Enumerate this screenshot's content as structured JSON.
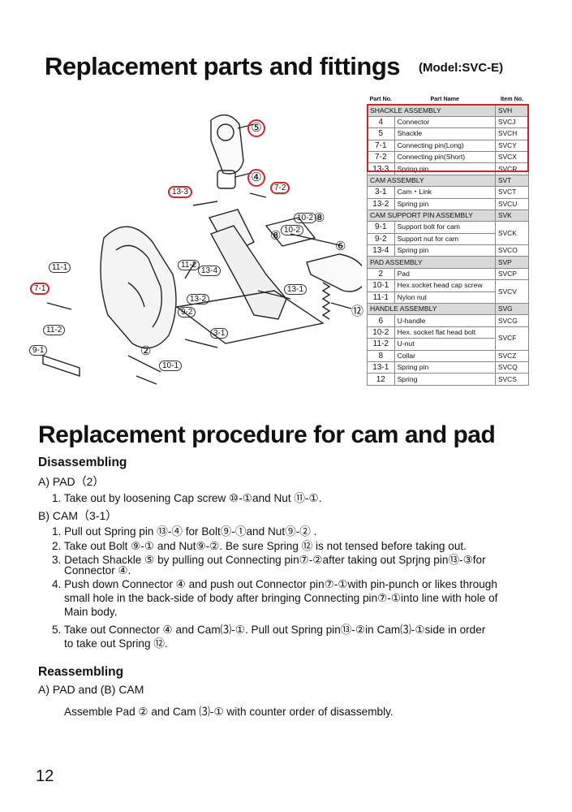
{
  "header": {
    "title": "Replacement parts and fittings",
    "model": "(Model:SVC-E)"
  },
  "diagram": {
    "callouts": [
      "⑤",
      "④",
      "13-3",
      "7-2",
      "10-2",
      "⑧",
      "⑧",
      "10-2",
      "⑥",
      "⑫",
      "11-1",
      "7-1",
      "11-2",
      "13-4",
      "13-2",
      "9-2",
      "13-1",
      "11-2",
      "3-1",
      "9-1",
      "②",
      "10-1"
    ]
  },
  "parts_table": {
    "headers": [
      "Part No.",
      "Part Name",
      "Item No."
    ],
    "rows": [
      {
        "group": "SHACKLE ASSEMBLY",
        "item": "SVH"
      },
      {
        "pn": "4",
        "name": "Connector",
        "item": "SVCJ"
      },
      {
        "pn": "5",
        "name": "Shackle",
        "item": "SVCH"
      },
      {
        "pn": "7-1",
        "name": "Connecting pin(Long)",
        "item": "SVCY"
      },
      {
        "pn": "7-2",
        "name": "Connecting pin(Short)",
        "item": "SVCX"
      },
      {
        "pn": "13-3",
        "name": "Spring pin",
        "item": "SVCR"
      },
      {
        "group": "CAM ASSEMBLY",
        "item": "SVT"
      },
      {
        "pn": "3-1",
        "name": "Cam・Link",
        "item": "SVCT"
      },
      {
        "pn": "13-2",
        "name": "Spring pin",
        "item": "SVCU"
      },
      {
        "group": "CAM SUPPORT PIN ASSEMBLY",
        "item": "SVK"
      },
      {
        "pn": "9-1",
        "name": "Support bolt for cam",
        "item": "SVCK"
      },
      {
        "pn": "9-2",
        "name": "Support nut for cam",
        "item": ""
      },
      {
        "pn": "13-4",
        "name": "Spring pin",
        "item": "SVCO"
      },
      {
        "group": "PAD ASSEMBLY",
        "item": "SVP"
      },
      {
        "pn": "2",
        "name": "Pad",
        "item": "SVCP"
      },
      {
        "pn": "10-1",
        "name": "Hex.socket head cap screw",
        "item": "SVCV"
      },
      {
        "pn": "11-1",
        "name": "Nylon nut",
        "item": ""
      },
      {
        "group": "HANDLE ASSEMBLY",
        "item": "SVG"
      },
      {
        "pn": "6",
        "name": "U-handle",
        "item": "SVCG"
      },
      {
        "pn": "10-2",
        "name": "Hex. socket flat head bolt",
        "item": "SVCF"
      },
      {
        "pn": "11-2",
        "name": "U-nut",
        "item": ""
      },
      {
        "pn": "8",
        "name": "Collar",
        "item": "SVCZ"
      },
      {
        "pn": "13-1",
        "name": "Spring pin",
        "item": "SVCQ"
      },
      {
        "pn": "12",
        "name": "Spring",
        "item": "SVCS"
      }
    ]
  },
  "procedure": {
    "title": "Replacement procedure for cam and pad",
    "disassembling": "Disassembling",
    "a_label": "A)  PAD（2）",
    "a1": "1. Take out by loosening Cap screw ⑩-①and Nut ⑪-①.",
    "b_label": "B)  CAM（3-1）",
    "b1": "1. Pull out Spring pin ⑬-④ for Bolt⑨-①and Nut⑨-② .",
    "b2": "2. Take out Bolt ⑨-① and Nut⑨-②. Be sure Spring ⑫ is not tensed before taking out.",
    "b3a": "3. Detach Shackle ⑤ by pulling out Connecting pin⑦-②after taking out Sprjng pin⑬-③for",
    "b3b": "Connector ④.",
    "b4a": "4. Push down Connector ④ and push out Connector pin⑦-①with pin-punch or likes through",
    "b4b": "small hole in the back-side of body after bringing Connecting pin⑦-①into line with hole of",
    "b4c": "Main body.",
    "b5a": "5. Take out Connector ④ and Cam⑶-①.   Pull out Spring pin⑬-②in Cam⑶-①side in order",
    "b5b": "to take out Spring ⑫.",
    "reassembling": "Reassembling",
    "re_label": "A)  PAD and  (B)  CAM",
    "re1": "Assemble Pad ② and Cam ⑶-① with counter order of disassembly."
  },
  "page_number": "12"
}
